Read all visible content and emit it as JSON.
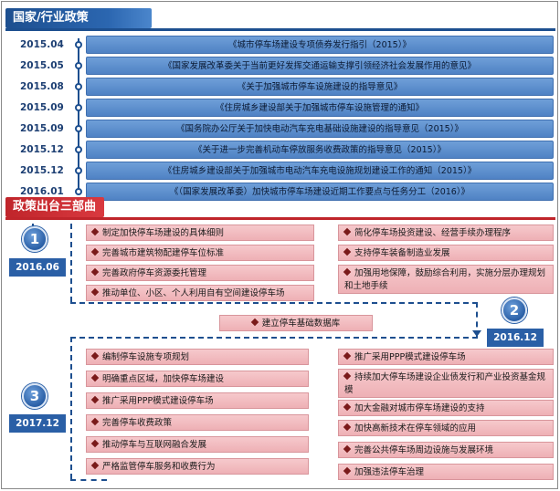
{
  "section1": {
    "title": "国家/行业政策"
  },
  "timeline": [
    {
      "date": "2015.04",
      "text": "《城市停车场建设专项债券发行指引（2015）》"
    },
    {
      "date": "2015.05",
      "text": "《国家发展改革委关于当前更好发挥交通运输支撑引领经济社会发展作用的意见》"
    },
    {
      "date": "2015.08",
      "text": "《关于加强城市停车设施建设的指导意见》"
    },
    {
      "date": "2015.09",
      "text": "《住房城乡建设部关于加强城市停车设施管理的通知》"
    },
    {
      "date": "2015.09",
      "text": "《国务院办公厅关于加快电动汽车充电基础设施建设的指导意见（2015）》"
    },
    {
      "date": "2015.12",
      "text": "《关于进一步完善机动车停放服务收费政策的指导意见（2015）》"
    },
    {
      "date": "2015.12",
      "text": "《住房城乡建设部关于加强城市电动汽车充电设施规划建设工作的通知（2015）》"
    },
    {
      "date": "2016.01",
      "text": "《（国家发展改革委）加快城市停车场建设近期工作要点与任务分工（2016）》"
    }
  ],
  "section2": {
    "title": "政策出台三部曲"
  },
  "step1": {
    "number": "1",
    "date": "2016.06",
    "left_items": [
      "制定加快停车场建设的具体细则",
      "完善城市建筑物配建停车位标准",
      "完善政府停车资源委托管理",
      "推动单位、小区、个人利用自有空间建设停车场"
    ],
    "right_items": [
      "简化停车场投资建设、经营手续办理程序",
      "支持停车装备制造业发展",
      "加强用地保障，鼓励综合利用，实施分层办理规划和土地手续"
    ]
  },
  "step2": {
    "number": "2",
    "date": "2016.12",
    "center_item": "建立停车基础数据库"
  },
  "step3": {
    "number": "3",
    "date": "2017.12",
    "left_items": [
      "编制停车设施专项规划",
      "明确重点区域，加快停车场建设",
      "推广采用PPP模式建设停车场",
      "完善停车收费政策",
      "推动停车与互联网融合发展",
      "严格监管停车服务和收费行为"
    ],
    "right_items": [
      "推广采用PPP模式建设停车场",
      "持续加大停车场建设企业债发行和产业投资基金规模",
      "加大金融对城市停车场建设的支持",
      "加快高新技术在停车领域的应用",
      "完善公共停车场周边设施与发展环境",
      "加强违法停车治理"
    ]
  },
  "colors": {
    "blue": "#1d4f8f",
    "red": "#c0252b",
    "pink": "#f2bcc0"
  }
}
